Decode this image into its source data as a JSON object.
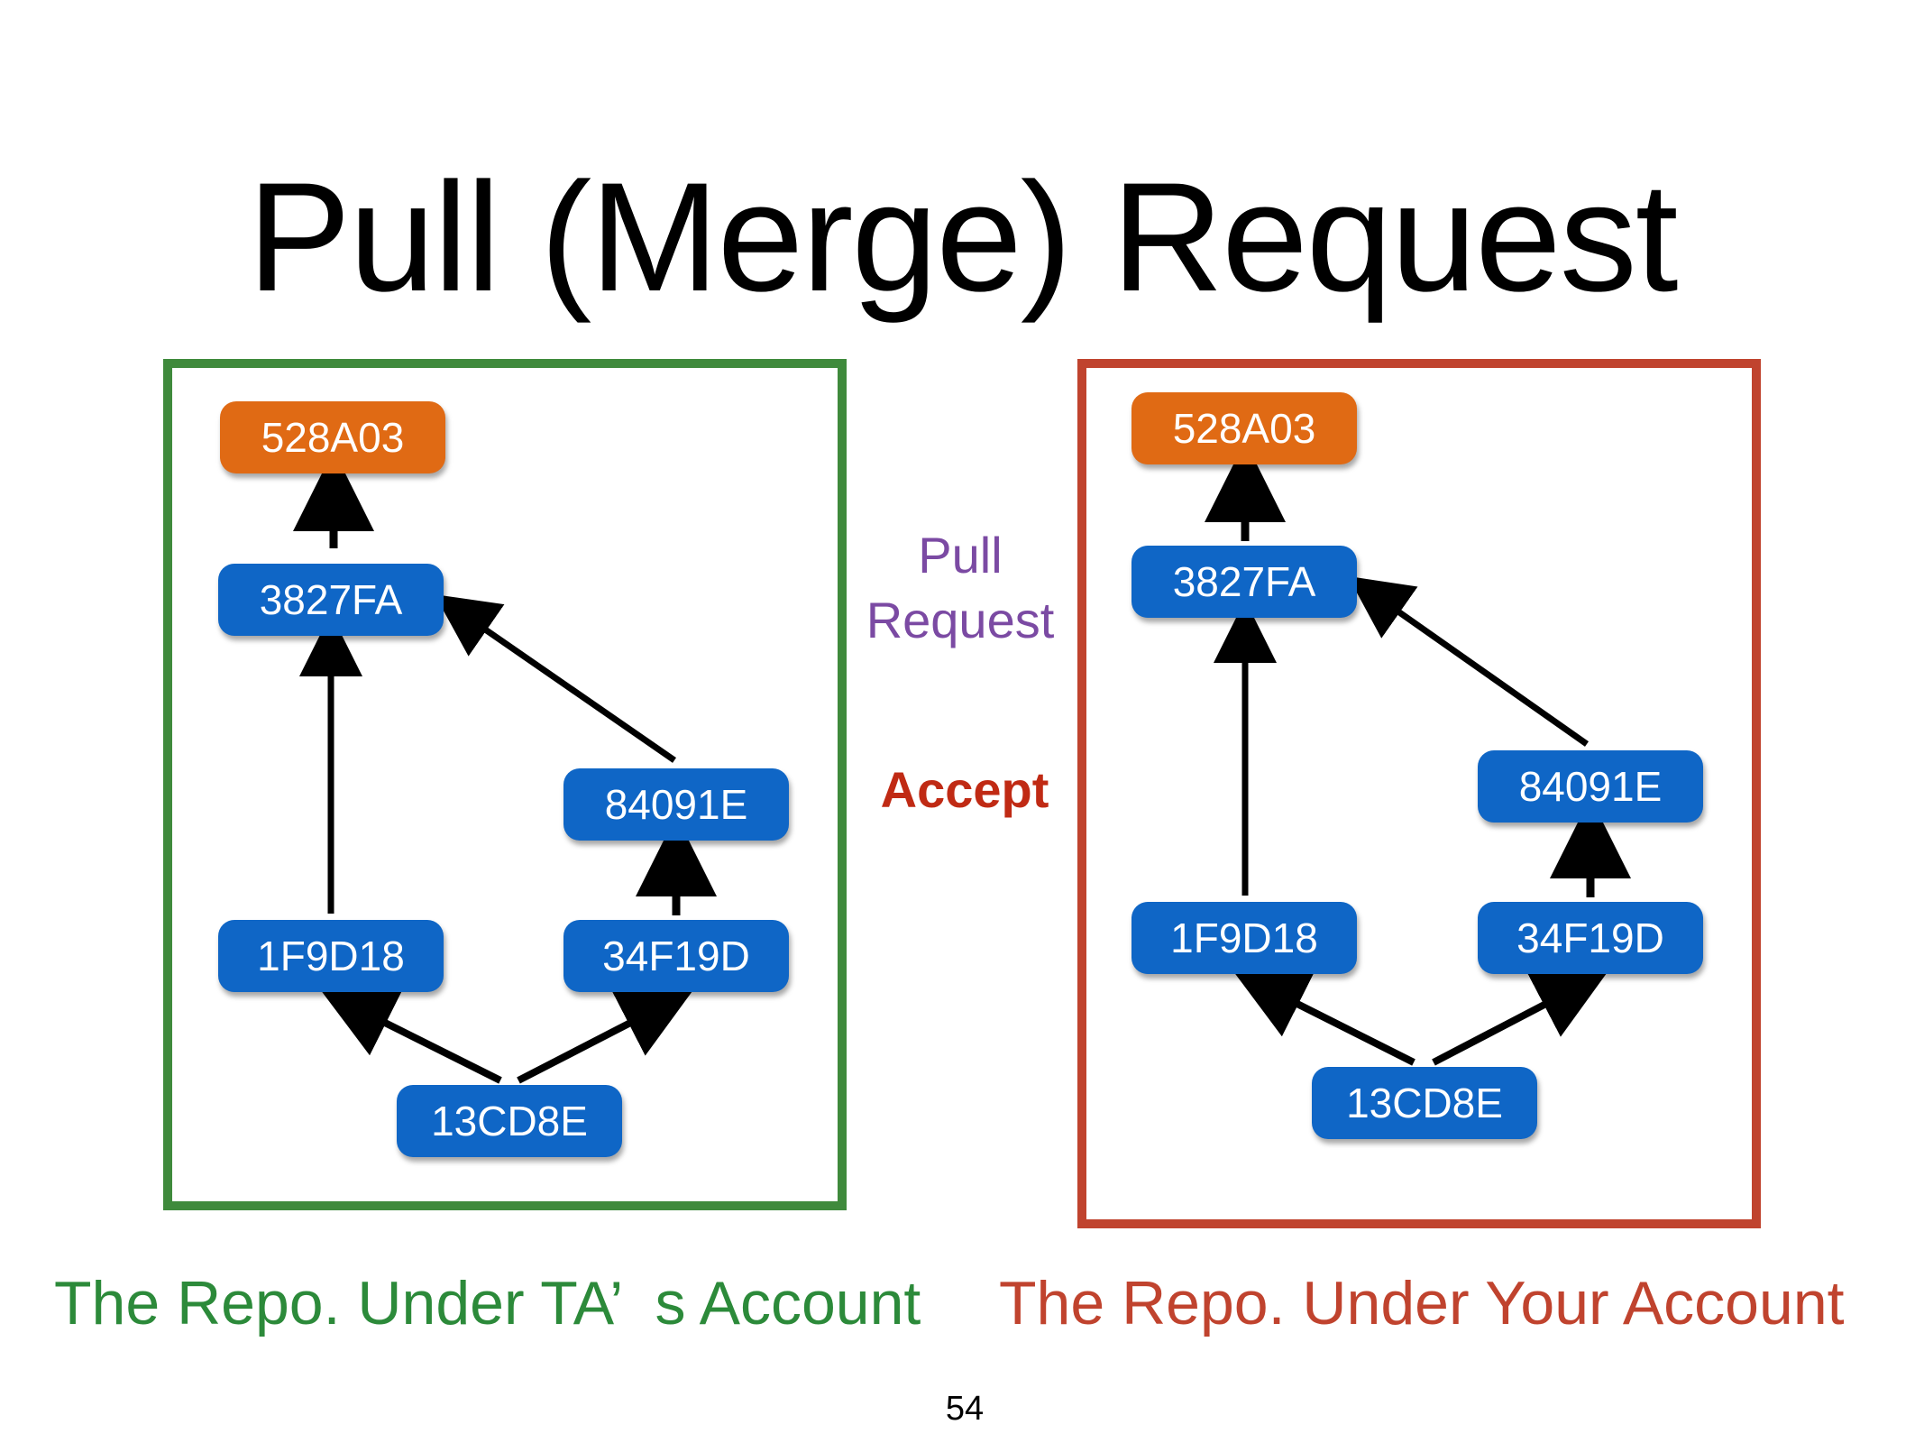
{
  "title": "Pull (Merge) Request",
  "left_panel": {
    "caption": "The Repo. Under TA’  s Account",
    "border_color": "#3f8a3c",
    "commits": {
      "c528a03": "528A03",
      "c3827fa": "3827FA",
      "c84091e": "84091E",
      "c1f9d18": "1F9D18",
      "c34f19d": "34F19D",
      "c13cd8e": "13CD8E"
    }
  },
  "right_panel": {
    "caption": "The Repo. Under Your Account",
    "border_color": "#c0432e",
    "commits": {
      "c528a03": "528A03",
      "c3827fa": "3827FA",
      "c84091e": "84091E",
      "c1f9d18": "1F9D18",
      "c34f19d": "34F19D",
      "c13cd8e": "13CD8E"
    }
  },
  "middle": {
    "pull_line1": "Pull",
    "pull_line2": "Request",
    "accept": "Accept"
  },
  "page_number": "54",
  "colors": {
    "commit_blue": "#0f66c6",
    "commit_orange": "#e06a14",
    "pull_text": "#7b4aa3",
    "accept_text": "#c02a14",
    "left_caption": "#2c8a3a",
    "right_caption": "#c0432e"
  }
}
